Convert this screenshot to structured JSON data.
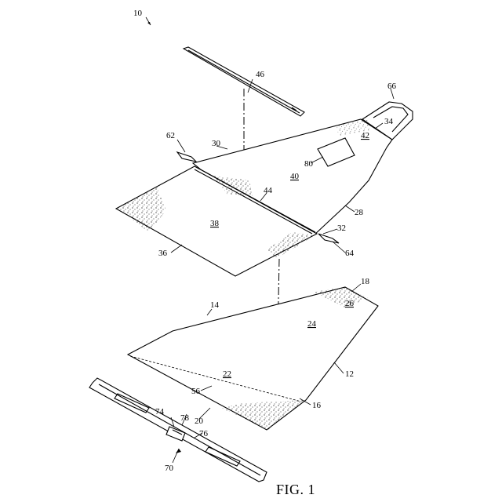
{
  "figure": {
    "caption": "FIG. 1",
    "labels": {
      "r10": "10",
      "r12": "12",
      "r14": "14",
      "r16": "16",
      "r18": "18",
      "r20": "20",
      "r22": "22",
      "r24": "24",
      "r26": "26",
      "r28": "28",
      "r30": "30",
      "r32": "32",
      "r34": "34",
      "r36": "36",
      "r38": "38",
      "r40": "40",
      "r42": "42",
      "r44": "44",
      "r46": "46",
      "r56": "56",
      "r62": "62",
      "r64": "64",
      "r66": "66",
      "r70": "70",
      "r74": "74",
      "r76": "76",
      "r78": "78",
      "r80": "80"
    }
  }
}
